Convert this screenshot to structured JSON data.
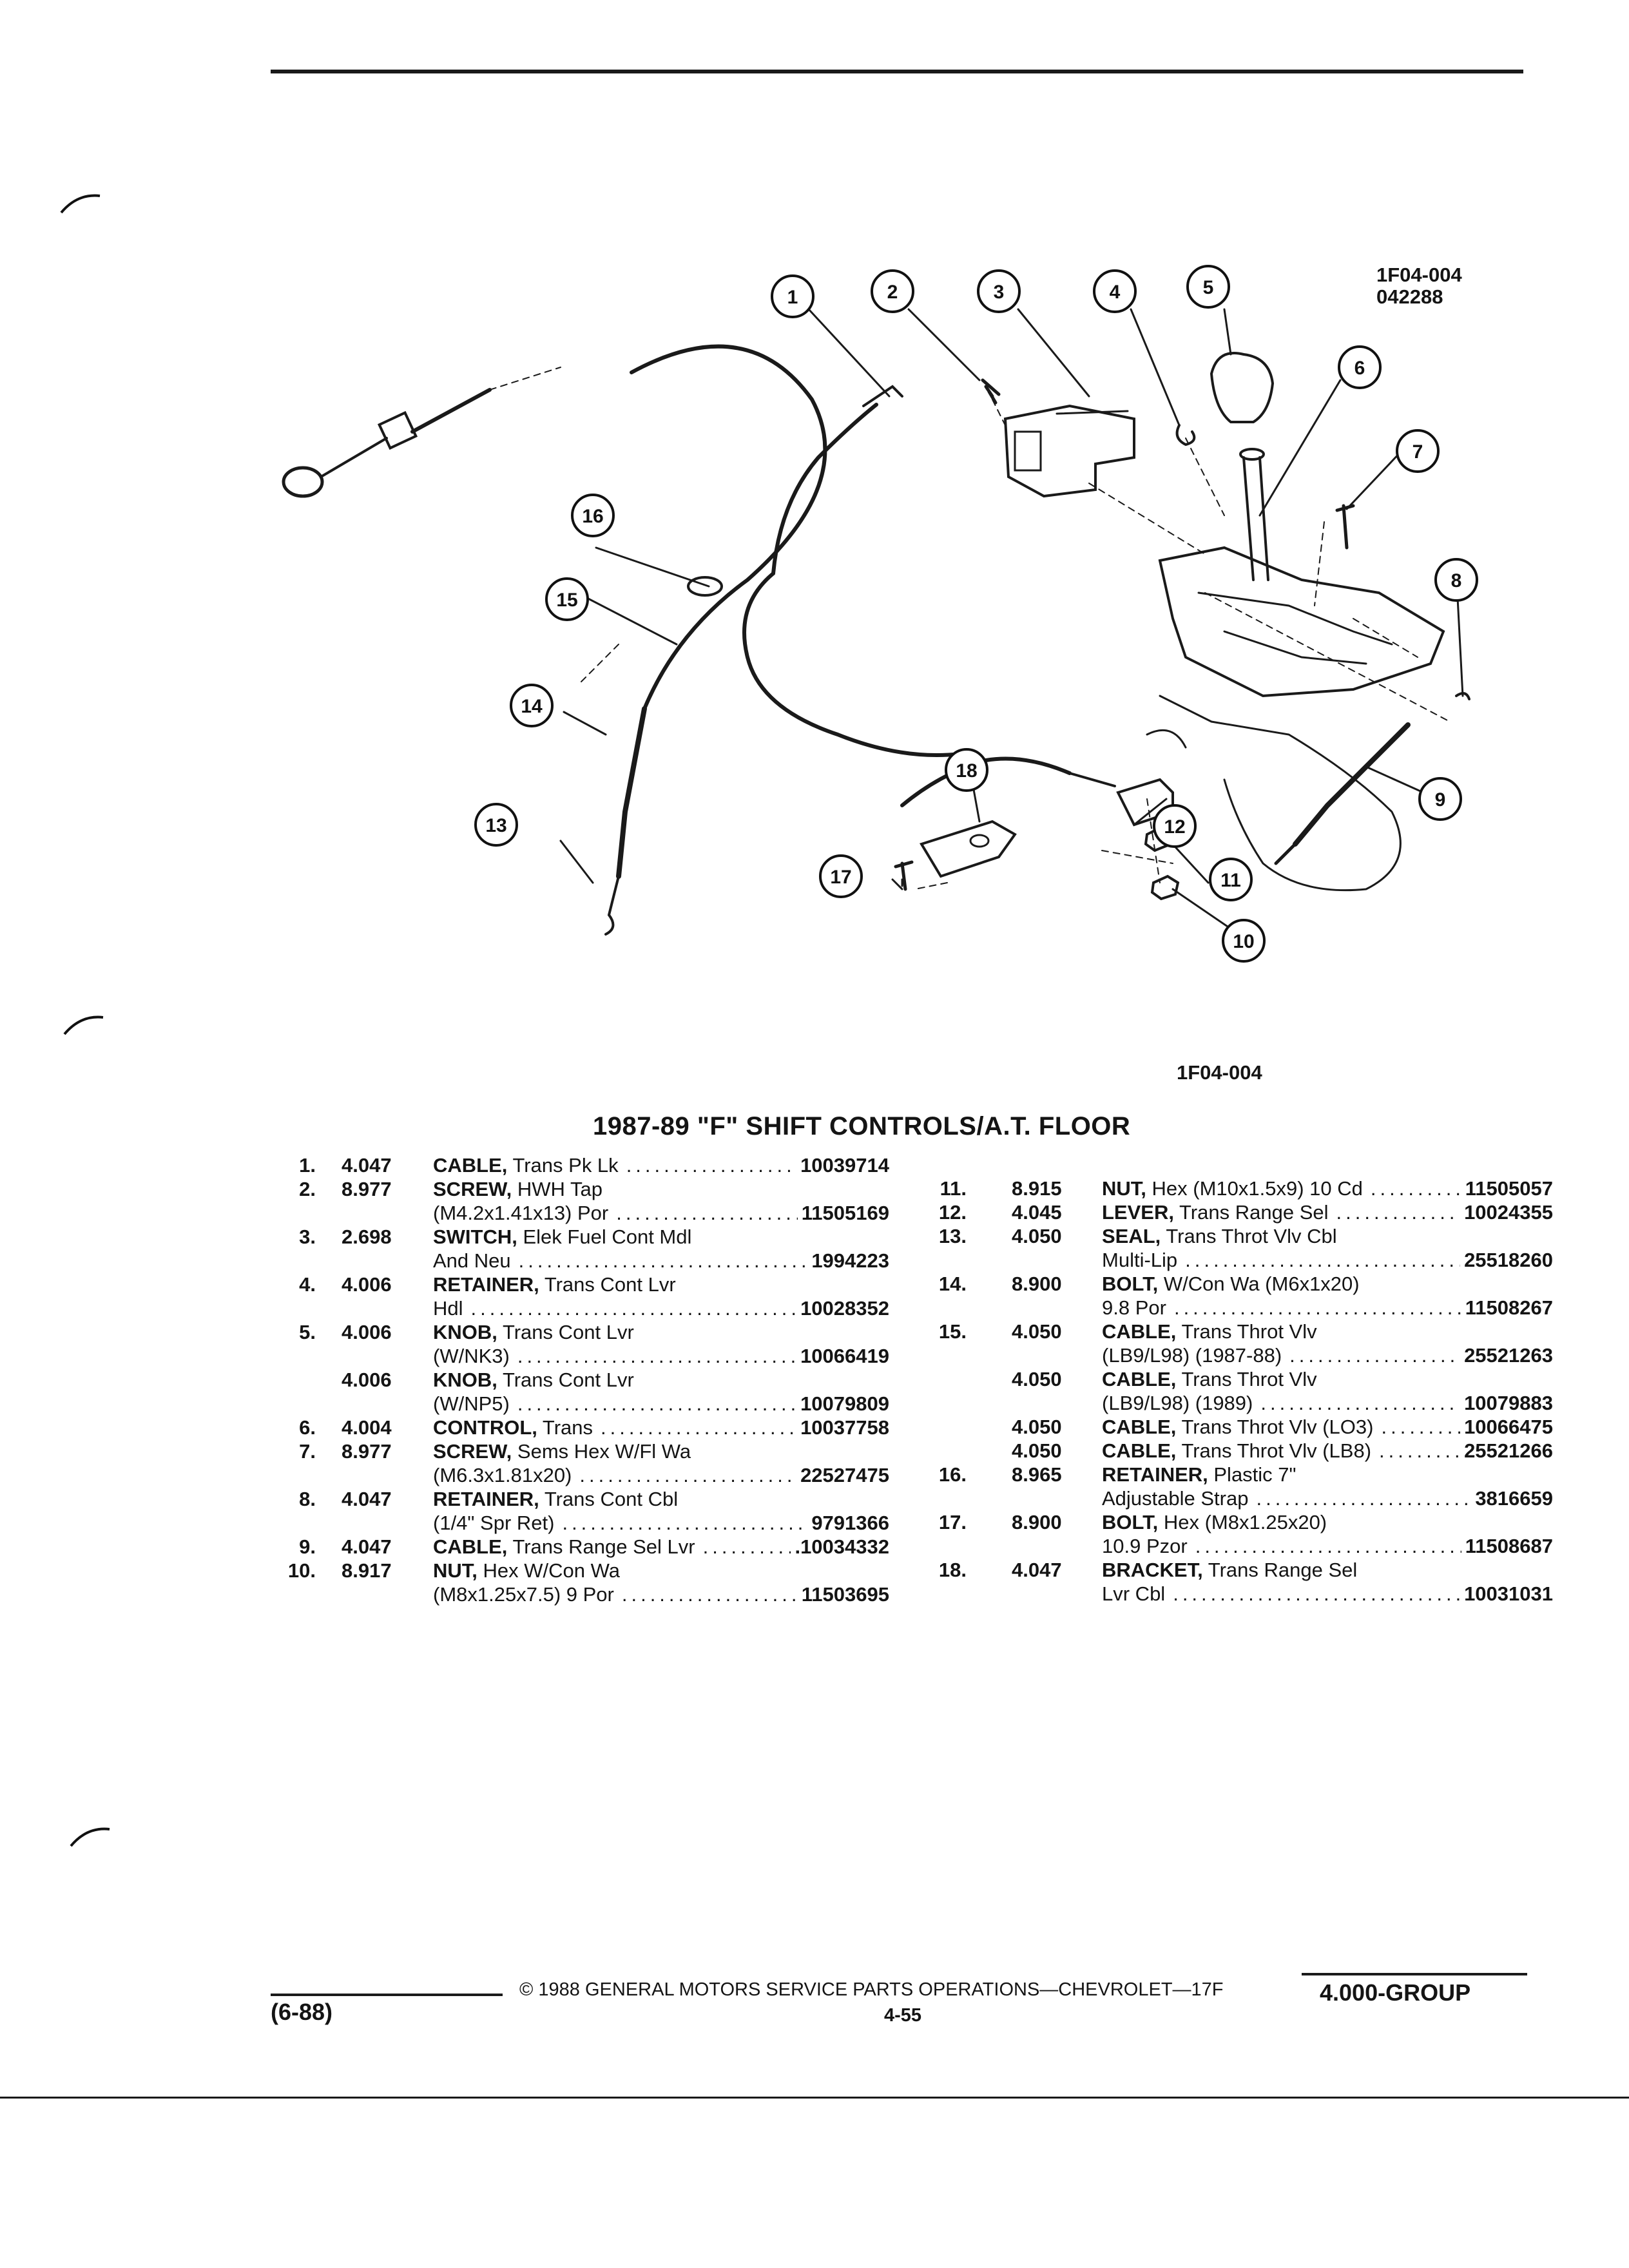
{
  "figure": {
    "id": "1F04-004",
    "date_code": "042288",
    "caption_id": "1F04-004",
    "callouts": [
      "1",
      "2",
      "3",
      "4",
      "5",
      "6",
      "7",
      "8",
      "9",
      "10",
      "11",
      "12",
      "13",
      "14",
      "15",
      "16",
      "17",
      "18"
    ]
  },
  "title": "1987-89 \"F\" SHIFT CONTROLS/A.T. FLOOR",
  "parts_left": [
    {
      "num": "1.",
      "group": "4.047",
      "lines": [
        {
          "name": "CABLE,",
          "desc": " Trans Pk Lk",
          "part": "10039714"
        }
      ]
    },
    {
      "num": "2.",
      "group": "8.977",
      "lines": [
        {
          "name": "SCREW,",
          "desc": " HWH Tap",
          "part": ""
        },
        {
          "name": "",
          "desc": "(M4.2x1.41x13) Por",
          "part": "11505169"
        }
      ]
    },
    {
      "num": "3.",
      "group": "2.698",
      "lines": [
        {
          "name": "SWITCH,",
          "desc": " Elek Fuel Cont Mdl",
          "part": ""
        },
        {
          "name": "",
          "desc": "And Neu",
          "part": "1994223"
        }
      ]
    },
    {
      "num": "4.",
      "group": "4.006",
      "lines": [
        {
          "name": "RETAINER,",
          "desc": " Trans Cont Lvr",
          "part": ""
        },
        {
          "name": "",
          "desc": "Hdl",
          "part": "10028352"
        }
      ]
    },
    {
      "num": "5.",
      "group": "4.006",
      "lines": [
        {
          "name": "KNOB,",
          "desc": " Trans Cont Lvr",
          "part": ""
        },
        {
          "name": "",
          "desc": "(W/NK3)",
          "part": "10066419"
        }
      ]
    },
    {
      "num": "",
      "group": "4.006",
      "lines": [
        {
          "name": "KNOB,",
          "desc": " Trans Cont Lvr",
          "part": ""
        },
        {
          "name": "",
          "desc": "(W/NP5)",
          "part": "10079809"
        }
      ]
    },
    {
      "num": "6.",
      "group": "4.004",
      "lines": [
        {
          "name": "CONTROL,",
          "desc": " Trans",
          "part": "10037758"
        }
      ]
    },
    {
      "num": "7.",
      "group": "8.977",
      "lines": [
        {
          "name": "SCREW,",
          "desc": " Sems Hex W/Fl Wa",
          "part": ""
        },
        {
          "name": "",
          "desc": "(M6.3x1.81x20)",
          "part": "22527475"
        }
      ]
    },
    {
      "num": "8.",
      "group": "4.047",
      "lines": [
        {
          "name": "RETAINER,",
          "desc": " Trans Cont Cbl",
          "part": ""
        },
        {
          "name": "",
          "desc": "(1/4\" Spr Ret)",
          "part": "9791366"
        }
      ]
    },
    {
      "num": "9.",
      "group": "4.047",
      "lines": [
        {
          "name": "CABLE,",
          "desc": " Trans Range Sel Lvr",
          "part": ".10034332"
        }
      ]
    },
    {
      "num": "10.",
      "group": "8.917",
      "lines": [
        {
          "name": "NUT,",
          "desc": " Hex W/Con Wa",
          "part": ""
        },
        {
          "name": "",
          "desc": "(M8x1.25x7.5) 9 Por",
          "part": "11503695"
        }
      ]
    }
  ],
  "parts_right": [
    {
      "num": "11.",
      "group": "8.915",
      "lines": [
        {
          "name": "NUT,",
          "desc": " Hex (M10x1.5x9) 10 Cd",
          "part": "11505057"
        }
      ]
    },
    {
      "num": "12.",
      "group": "4.045",
      "lines": [
        {
          "name": "LEVER,",
          "desc": " Trans Range Sel",
          "part": "10024355"
        }
      ]
    },
    {
      "num": "13.",
      "group": "4.050",
      "lines": [
        {
          "name": "SEAL,",
          "desc": " Trans Throt Vlv Cbl",
          "part": ""
        },
        {
          "name": "",
          "desc": "Multi-Lip",
          "part": "25518260"
        }
      ]
    },
    {
      "num": "14.",
      "group": "8.900",
      "lines": [
        {
          "name": "BOLT,",
          "desc": " W/Con Wa (M6x1x20)",
          "part": ""
        },
        {
          "name": "",
          "desc": "9.8 Por",
          "part": "11508267"
        }
      ]
    },
    {
      "num": "15.",
      "group": "4.050",
      "lines": [
        {
          "name": "CABLE,",
          "desc": " Trans Throt Vlv",
          "part": ""
        },
        {
          "name": "",
          "desc": "(LB9/L98) (1987-88)",
          "part": "25521263"
        }
      ]
    },
    {
      "num": "",
      "group": "4.050",
      "lines": [
        {
          "name": "CABLE,",
          "desc": " Trans Throt Vlv",
          "part": ""
        },
        {
          "name": "",
          "desc": "(LB9/L98) (1989)",
          "part": "10079883"
        }
      ]
    },
    {
      "num": "",
      "group": "4.050",
      "lines": [
        {
          "name": "CABLE,",
          "desc": " Trans Throt Vlv (LO3)",
          "part": "10066475"
        }
      ]
    },
    {
      "num": "",
      "group": "4.050",
      "lines": [
        {
          "name": "CABLE,",
          "desc": " Trans Throt Vlv (LB8)",
          "part": "25521266"
        }
      ]
    },
    {
      "num": "16.",
      "group": "8.965",
      "lines": [
        {
          "name": "RETAINER,",
          "desc": " Plastic 7\"",
          "part": ""
        },
        {
          "name": "",
          "desc": "Adjustable Strap",
          "part": "3816659"
        }
      ]
    },
    {
      "num": "17.",
      "group": "8.900",
      "lines": [
        {
          "name": "BOLT,",
          "desc": " Hex (M8x1.25x20)",
          "part": ""
        },
        {
          "name": "",
          "desc": "10.9 Pzor",
          "part": "11508687"
        }
      ]
    },
    {
      "num": "18.",
      "group": "4.047",
      "lines": [
        {
          "name": "BRACKET,",
          "desc": " Trans Range Sel",
          "part": ""
        },
        {
          "name": "",
          "desc": "Lvr Cbl",
          "part": "10031031"
        }
      ]
    }
  ],
  "footer": {
    "copyright": "© 1988 GENERAL MOTORS SERVICE PARTS OPERATIONS—CHEVROLET—17F",
    "date": "(6-88)",
    "page": "4-55",
    "group": "4.000-GROUP"
  }
}
